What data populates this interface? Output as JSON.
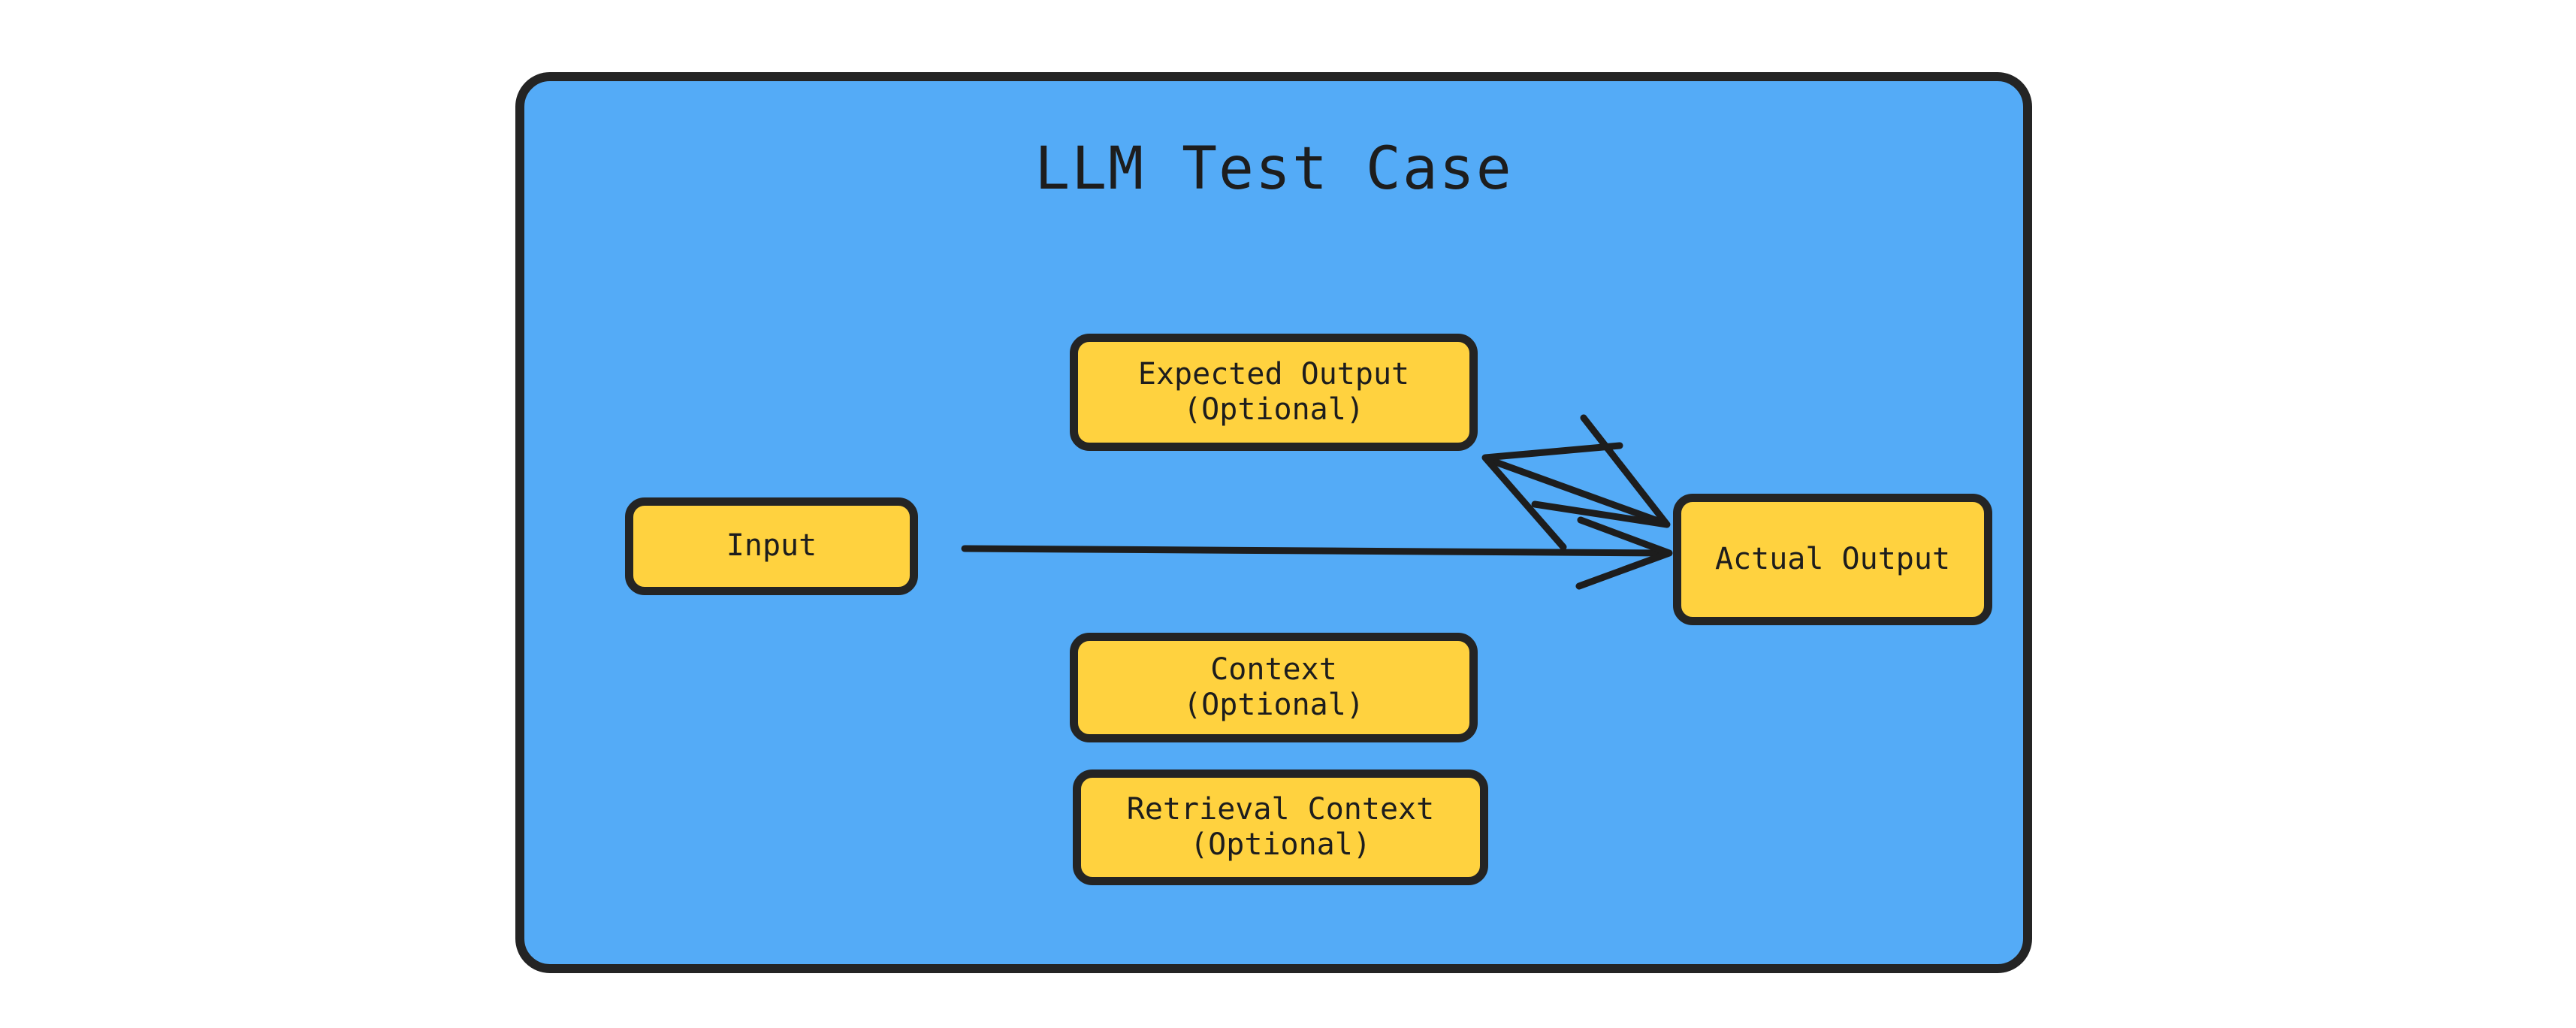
{
  "diagram": {
    "type": "flow-diagram",
    "title": "LLM Test Case",
    "colors": {
      "container_fill": "#54ABF7",
      "node_fill": "#FFD23F",
      "stroke": "#242424",
      "text": "#1d1d1d",
      "page_background": "#ffffff"
    },
    "nodes": [
      {
        "id": "expected-output",
        "label": "Expected Output\n(Optional)",
        "line1": "Expected Output",
        "line2": "(Optional)",
        "optional": true
      },
      {
        "id": "input",
        "label": "Input",
        "line1": "Input",
        "line2": "",
        "optional": false
      },
      {
        "id": "actual-output",
        "label": "Actual Output",
        "line1": "Actual Output",
        "line2": "",
        "optional": false
      },
      {
        "id": "context",
        "label": "Context\n(Optional)",
        "line1": "Context",
        "line2": "(Optional)",
        "optional": true
      },
      {
        "id": "retrieval-context",
        "label": "Retrieval Context\n(Optional)",
        "line1": "Retrieval Context",
        "line2": "(Optional)",
        "optional": true
      }
    ],
    "edges": [
      {
        "id": "input-to-actual-output",
        "from": "input",
        "to": "actual-output",
        "direction": "forward",
        "label": ""
      },
      {
        "id": "expected-output-actual-output",
        "from": "expected-output",
        "to": "actual-output",
        "direction": "bidirectional",
        "label": ""
      }
    ]
  }
}
